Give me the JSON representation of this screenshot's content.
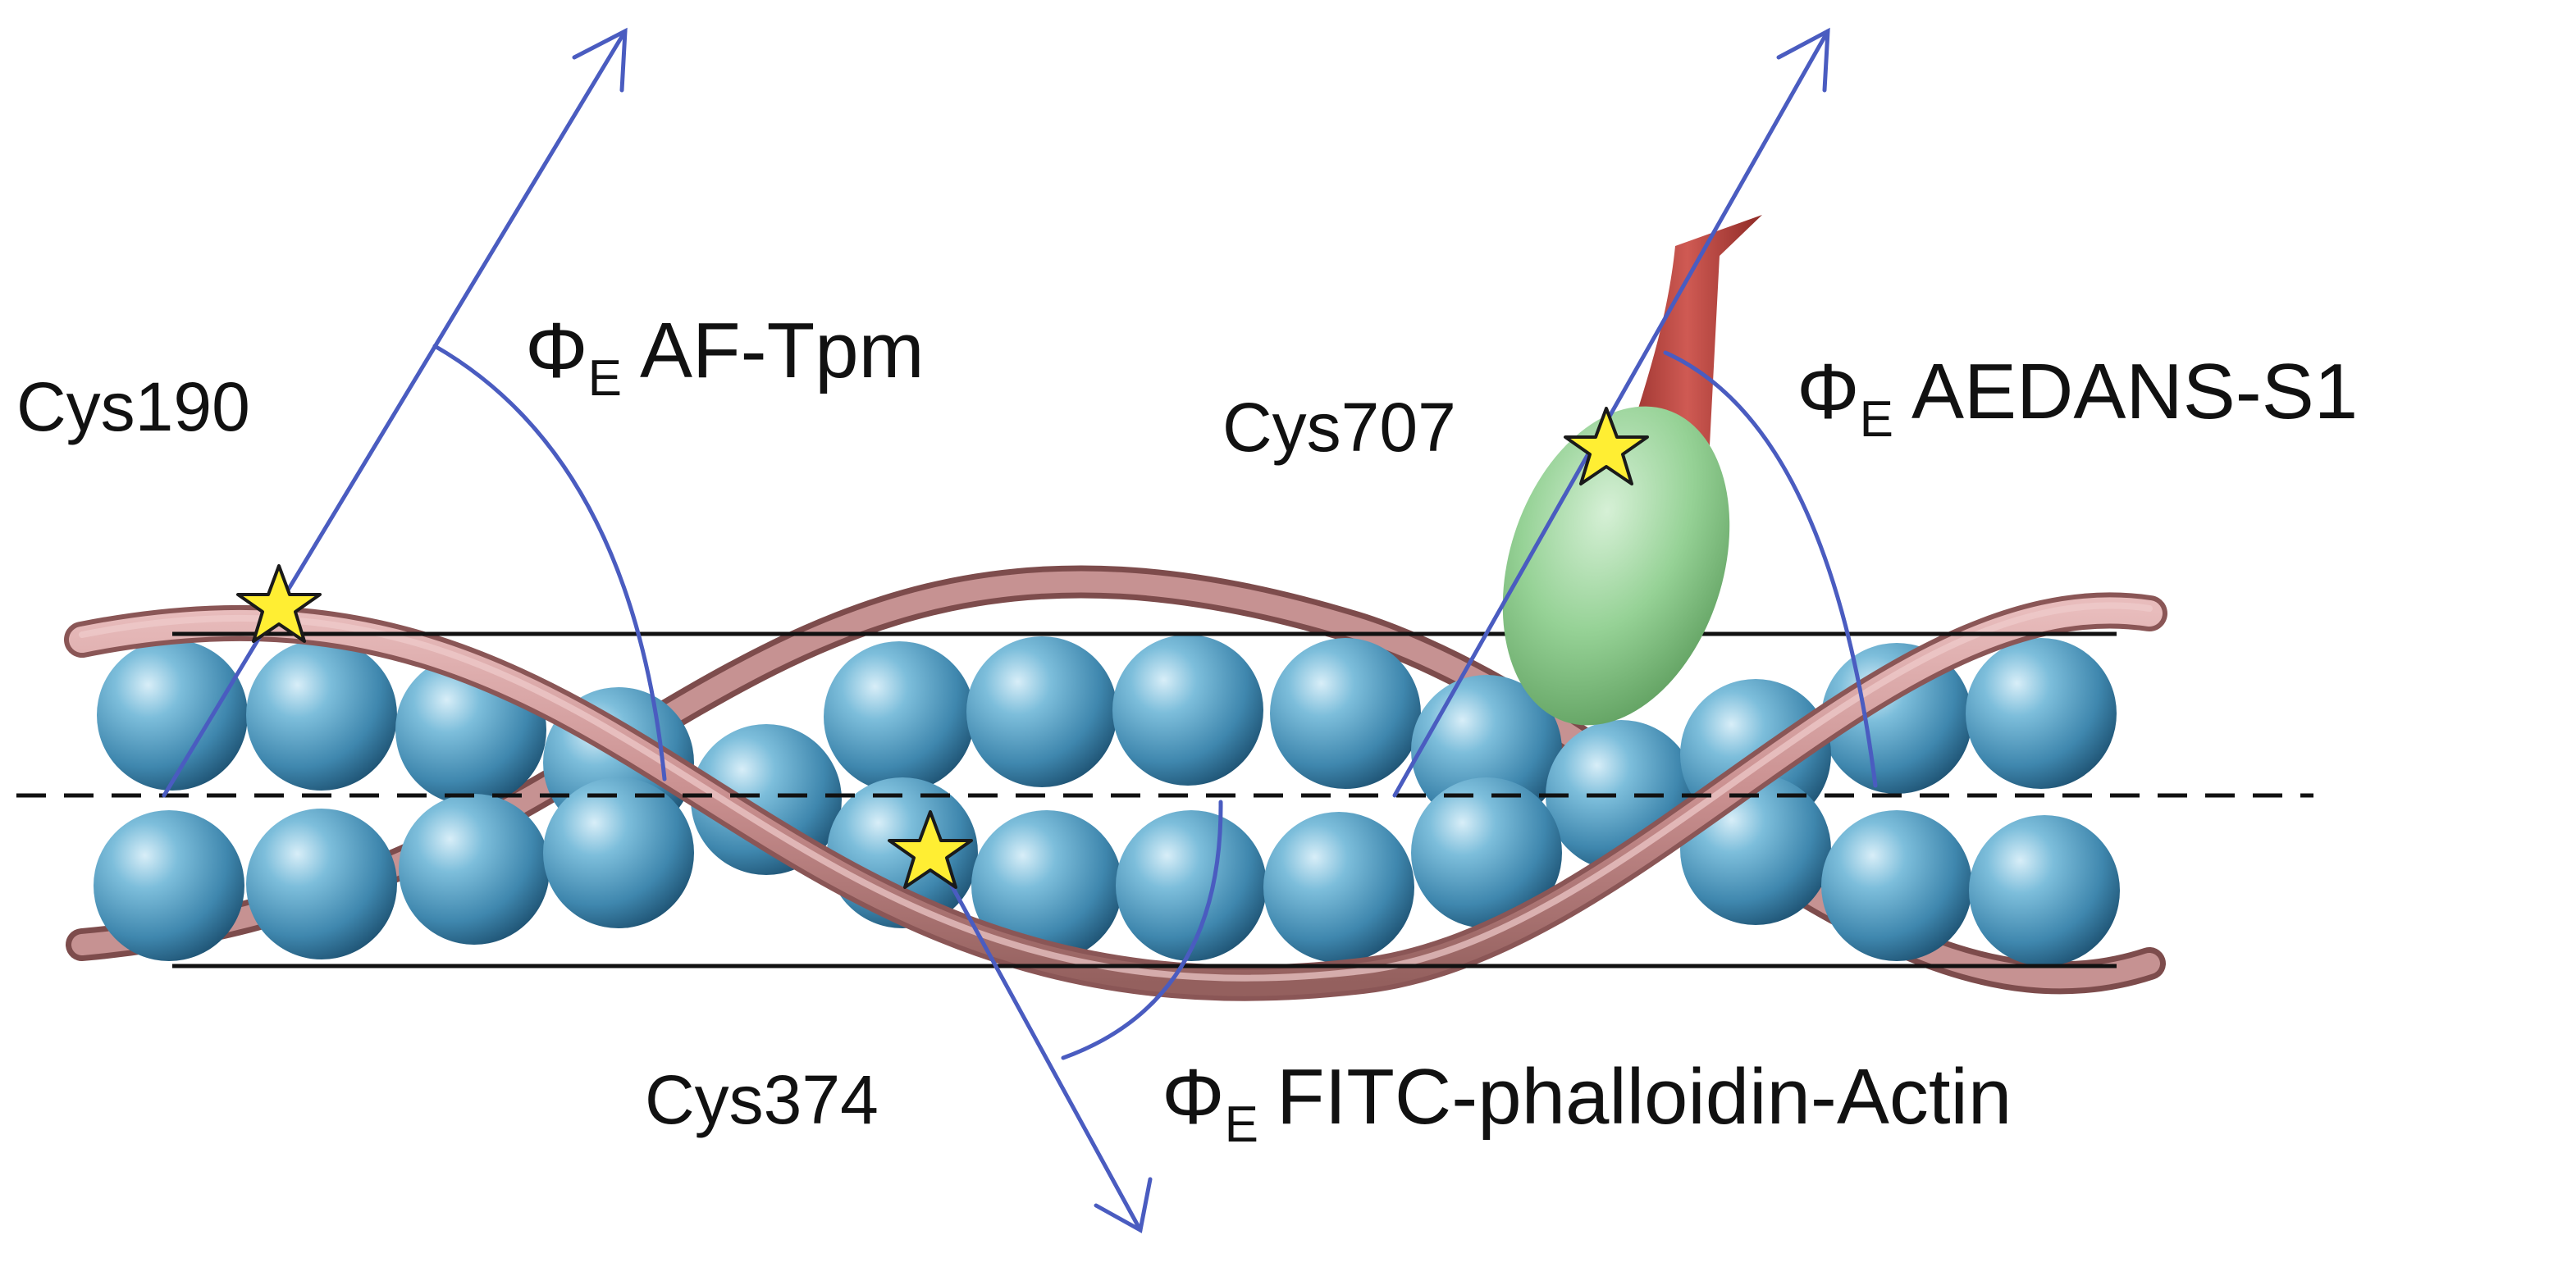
{
  "labels": {
    "cys190": "Cys190",
    "cys707": "Cys707",
    "cys374": "Cys374",
    "phi_symbol": "Φ",
    "phi_subscript": "E",
    "af_tpm": "AF-Tpm",
    "aedans_s1": "AEDANS-S1",
    "fitc_actin": "FITC-phalloidin-Actin"
  },
  "colors": {
    "actin_sphere": "#4a93b8",
    "actin_sphere_dark": "#1f5678",
    "actin_sphere_light": "#a8d6ec",
    "tropomyosin": "#c98f8f",
    "tropomyosin_dark": "#8e5a5a",
    "vector_line": "#4a5cc0",
    "probe_star": "#ffee33",
    "myosin_head": "#8fd08f",
    "myosin_lever": "#c0504d",
    "boundary_line": "#111111"
  },
  "icons": {
    "probe": "star-icon",
    "vector_head": "arrow-head-icon"
  }
}
